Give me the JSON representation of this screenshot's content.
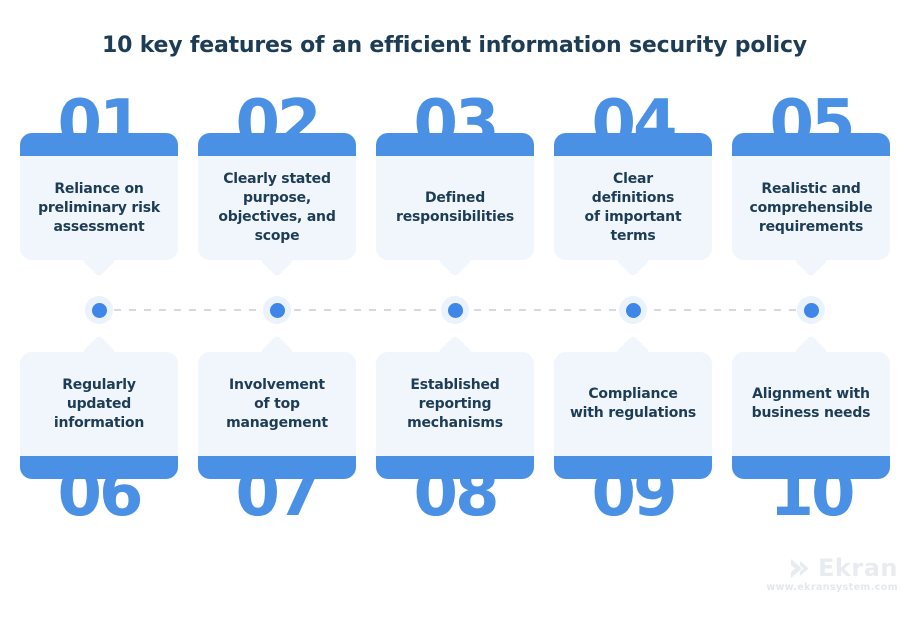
{
  "title": "10 key features of an efficient information security policy",
  "colors": {
    "accent": "#4A90E5",
    "dot": "#3E86E8",
    "card_bg": "#F0F6FB",
    "text_dark": "#1D3C55",
    "dash": "#D5DAE0",
    "dot_halo": "#EAF2FB",
    "logo": "#E8ECF1",
    "logo_url": "#E3E8EF"
  },
  "top_cards": [
    {
      "number": "01",
      "text": "Reliance on\npreliminary risk\nassessment"
    },
    {
      "number": "02",
      "text": "Clearly stated\npurpose,\nobjectives, and\nscope"
    },
    {
      "number": "03",
      "text": "Defined\nresponsibilities"
    },
    {
      "number": "04",
      "text": "Clear\ndefinitions\nof important\nterms"
    },
    {
      "number": "05",
      "text": "Realistic and\ncomprehensible\nrequirements"
    }
  ],
  "bottom_cards": [
    {
      "number": "06",
      "text": "Regularly\nupdated\ninformation"
    },
    {
      "number": "07",
      "text": "Involvement\nof top\nmanagement"
    },
    {
      "number": "08",
      "text": "Established\nreporting\nmechanisms"
    },
    {
      "number": "09",
      "text": "Compliance\nwith regulations"
    },
    {
      "number": "10",
      "text": "Alignment with\nbusiness needs"
    }
  ],
  "logo": {
    "name": "Ekran",
    "url": "www.ekransystem.com"
  }
}
